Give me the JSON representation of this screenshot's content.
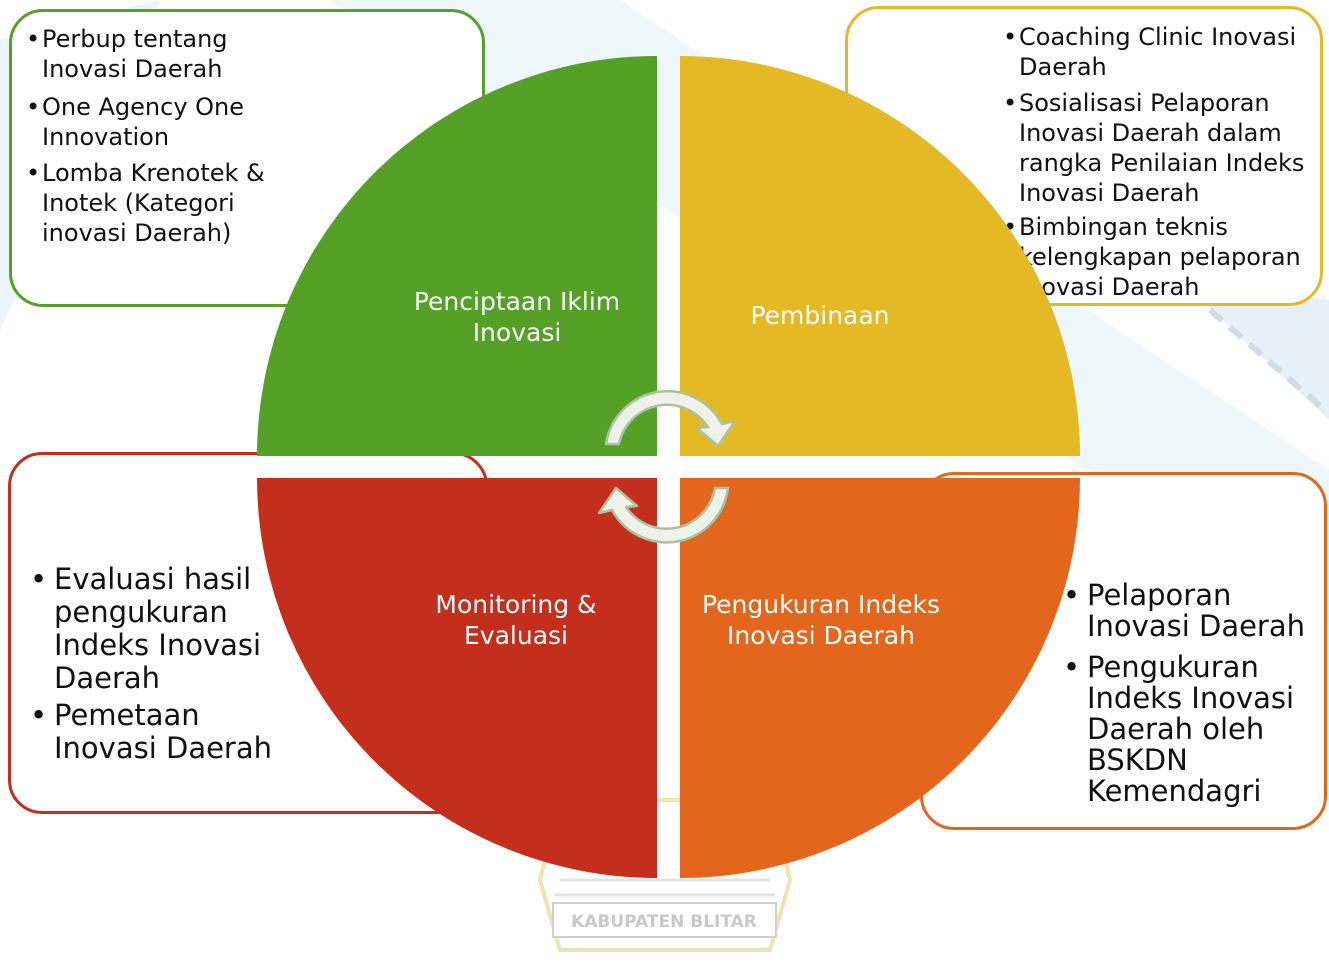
{
  "colors": {
    "green": "#55A026",
    "yellow": "#E4B923",
    "red": "#C42E1C",
    "orange": "#E4661C",
    "arrow_fill": "#EEF2EA",
    "arrow_stroke": "#A9C3A2",
    "bg_tint": "#E9F6FD"
  },
  "quadrants": {
    "top_left": {
      "label": "Penciptaan Iklim Inovasi"
    },
    "top_right": {
      "label": "Pembinaan"
    },
    "bottom_left": {
      "label": "Monitoring & Evaluasi"
    },
    "bottom_right": {
      "label": "Pengukuran Indeks Inovasi Daerah"
    }
  },
  "boxes": {
    "green": {
      "items": [
        "Perbup tentang Inovasi Daerah",
        "One Agency One Innovation",
        "Lomba Krenotek & Inotek (Kategori inovasi Daerah)"
      ]
    },
    "yellow": {
      "items": [
        "Coaching Clinic Inovasi Daerah",
        "Sosialisasi Pelaporan Inovasi Daerah dalam rangka Penilaian Indeks Inovasi Daerah",
        "Bimbingan teknis kelengkapan pelaporan Inovasi Daerah"
      ]
    },
    "red": {
      "items": [
        "Evaluasi hasil pengukuran Indeks Inovasi Daerah",
        "Pemetaan Inovasi Daerah"
      ]
    },
    "orange": {
      "items": [
        "Pelaporan Inovasi Daerah",
        "Pengukuran Indeks Inovasi Daerah oleh BSKDN Kemendagri"
      ]
    }
  },
  "watermark": {
    "text": "KABUPATEN BLITAR"
  }
}
